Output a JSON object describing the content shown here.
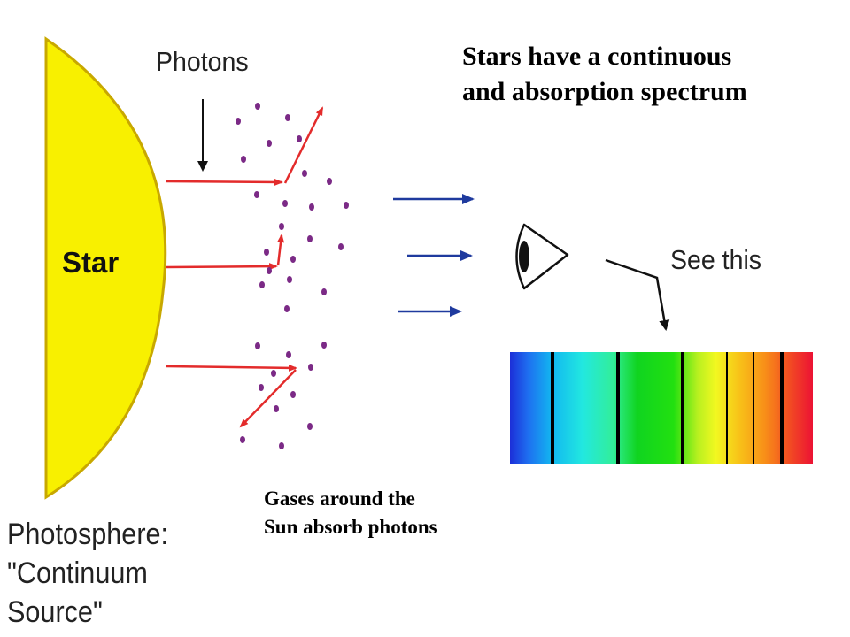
{
  "title": {
    "line1": "Stars have a continuous",
    "line2": "and absorption spectrum"
  },
  "labels": {
    "photons": "Photons",
    "star": "Star",
    "see_this": "See this",
    "photosphere_line1": "Photosphere:",
    "photosphere_line2": "\"Continuum",
    "photosphere_line3": "Source\""
  },
  "gases_caption": {
    "line1": "Gases around the",
    "line2": "Sun absorb photons"
  },
  "colors": {
    "star_fill": "#f8f000",
    "star_outline": "#c8a800",
    "photon_red": "#e32b2b",
    "photon_blue": "#1f3a9e",
    "gas_dot": "#7b2a86",
    "eye_line": "#111111"
  },
  "icons": [
    "eye-icon"
  ]
}
